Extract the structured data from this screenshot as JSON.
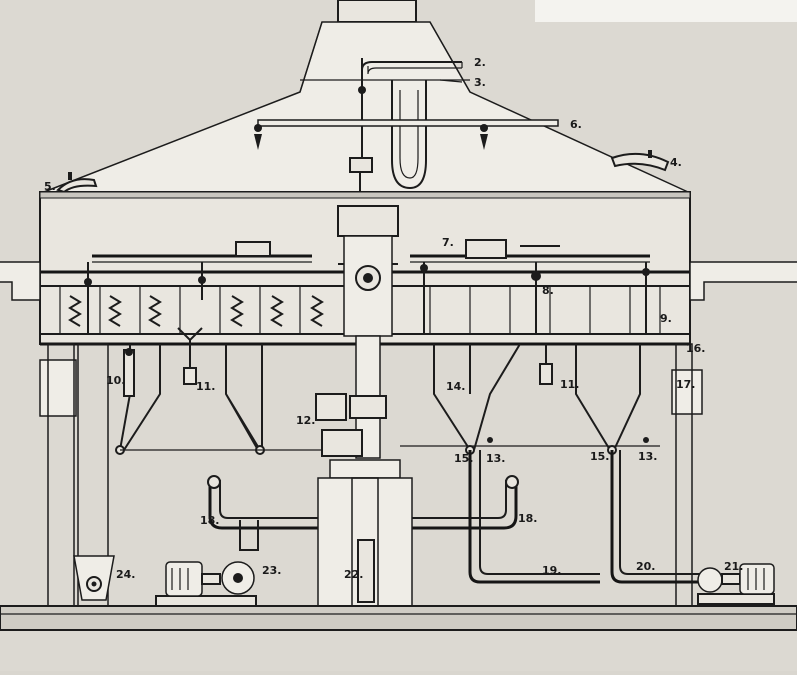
{
  "diagram": {
    "callouts": [
      {
        "id": "2",
        "text": "2."
      },
      {
        "id": "3",
        "text": "3."
      },
      {
        "id": "4",
        "text": "4."
      },
      {
        "id": "5",
        "text": "5."
      },
      {
        "id": "6",
        "text": "6."
      },
      {
        "id": "7",
        "text": "7."
      },
      {
        "id": "8",
        "text": "8."
      },
      {
        "id": "9",
        "text": "9."
      },
      {
        "id": "10",
        "text": "10."
      },
      {
        "id": "11a",
        "text": "11."
      },
      {
        "id": "11b",
        "text": "11."
      },
      {
        "id": "12",
        "text": "12."
      },
      {
        "id": "13a",
        "text": "13."
      },
      {
        "id": "13b",
        "text": "13."
      },
      {
        "id": "14",
        "text": "14."
      },
      {
        "id": "15a",
        "text": "15."
      },
      {
        "id": "15b",
        "text": "15."
      },
      {
        "id": "16",
        "text": "16."
      },
      {
        "id": "17",
        "text": "17."
      },
      {
        "id": "18a",
        "text": "18."
      },
      {
        "id": "18b",
        "text": "18."
      },
      {
        "id": "19",
        "text": "19."
      },
      {
        "id": "20",
        "text": "20."
      },
      {
        "id": "21",
        "text": "21."
      },
      {
        "id": "22",
        "text": "22."
      },
      {
        "id": "23",
        "text": "23."
      },
      {
        "id": "24",
        "text": "24."
      }
    ]
  }
}
